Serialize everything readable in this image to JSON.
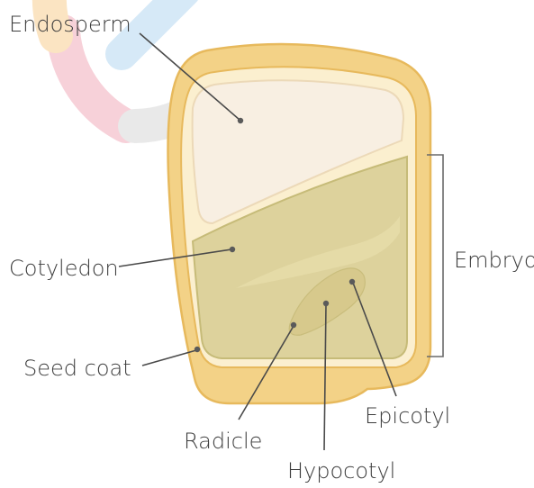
{
  "diagram": {
    "labels": {
      "endosperm": "Endosperm",
      "cotyledon": "Cotyledon",
      "seed_coat": "Seed coat",
      "radicle": "Radicle",
      "hypocotyl": "Hypocotyl",
      "epicotyl": "Epicotyl",
      "embryo": "Embryo"
    },
    "colors": {
      "seed_coat": "#f3d287",
      "seed_coat_stroke": "#e7b95c",
      "endosperm": "#f8efe2",
      "embryo": "#ddd29c",
      "embryo_stroke": "#c6bb78",
      "axis": "#d7c98c",
      "label_text": "#3d3d3d"
    }
  }
}
